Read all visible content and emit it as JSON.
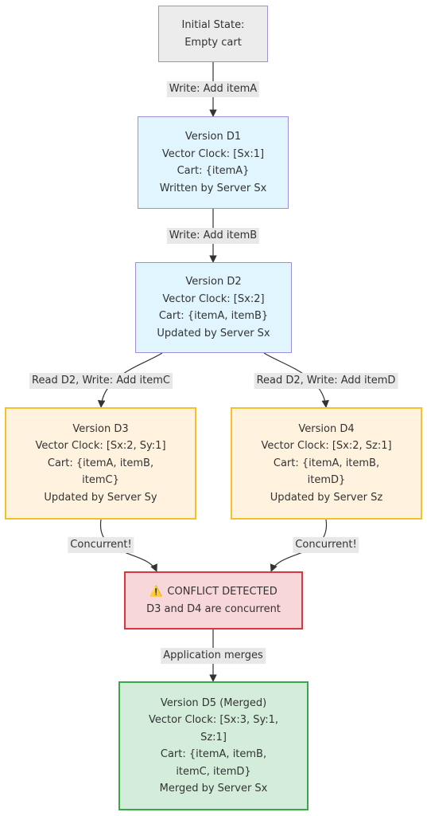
{
  "nodes": {
    "initial": {
      "lines": [
        "Initial State:",
        "Empty cart"
      ]
    },
    "d1": {
      "lines": [
        "Version D1",
        "Vector Clock: [Sx:1]",
        "Cart: {itemA}",
        "Written by Server Sx"
      ]
    },
    "d2": {
      "lines": [
        "Version D2",
        "Vector Clock: [Sx:2]",
        "Cart: {itemA, itemB}",
        "Updated by Server Sx"
      ]
    },
    "d3": {
      "lines": [
        "Version D3",
        "Vector Clock: [Sx:2, Sy:1]",
        "Cart: {itemA, itemB,",
        "itemC}",
        "Updated by Server Sy"
      ]
    },
    "d4": {
      "lines": [
        "Version D4",
        "Vector Clock: [Sx:2, Sz:1]",
        "Cart: {itemA, itemB,",
        "itemD}",
        "Updated by Server Sz"
      ]
    },
    "conflict": {
      "icon": "warning-icon",
      "icon_glyph": "⚠️",
      "lines": [
        "CONFLICT DETECTED",
        "D3 and D4 are concurrent"
      ]
    },
    "d5": {
      "lines": [
        "Version D5 (Merged)",
        "Vector Clock: [Sx:3, Sy:1,",
        "Sz:1]",
        "Cart: {itemA, itemB,",
        "itemC, itemD}",
        "Merged by Server Sx"
      ]
    }
  },
  "edges": {
    "initial_d1": "Write: Add itemA",
    "d1_d2": "Write: Add itemB",
    "d2_d3": "Read D2, Write: Add itemC",
    "d2_d4": "Read D2, Write: Add itemD",
    "d3_conflict": "Concurrent!",
    "d4_conflict": "Concurrent!",
    "conflict_d5": "Application merges"
  },
  "colors": {
    "gray_fill": "#ececec",
    "blue_fill": "#e1f5fe",
    "purple_border": "#9f8fd9",
    "amber_fill": "#fff3e0",
    "amber_border": "#f5c02a",
    "red_fill": "#f8d7da",
    "red_border": "#d9363e",
    "green_fill": "#d4edda",
    "green_border": "#3aa64a",
    "edge": "#333333",
    "label_bg": "#e8e8e8"
  }
}
